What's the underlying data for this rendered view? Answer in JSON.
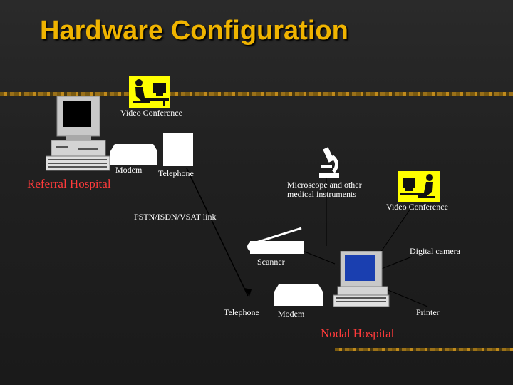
{
  "title": "Hardware Configuration",
  "labels": {
    "video_conference_top": "Video Conference",
    "modem_top": "Modem",
    "telephone_top": "Telephone",
    "referral_hospital": "Referral Hospital",
    "microscope": "Microscope and other medical instruments",
    "video_conference_right": "Video Conference",
    "link": "PSTN/ISDN/VSAT link",
    "digital_camera": "Digital camera",
    "scanner": "Scanner",
    "telephone_bottom": "Telephone",
    "modem_bottom": "Modem",
    "printer": "Printer",
    "nodal_hospital": "Nodal Hospital"
  },
  "colors": {
    "title": "#f0b400",
    "hospital_label": "#ff3b3b",
    "icon_bg": "#ffff00"
  },
  "icons": [
    "video-conference-icon",
    "computer-icon",
    "modem-icon",
    "telephone-icon",
    "microscope-icon",
    "scanner-icon",
    "printer-icon"
  ]
}
